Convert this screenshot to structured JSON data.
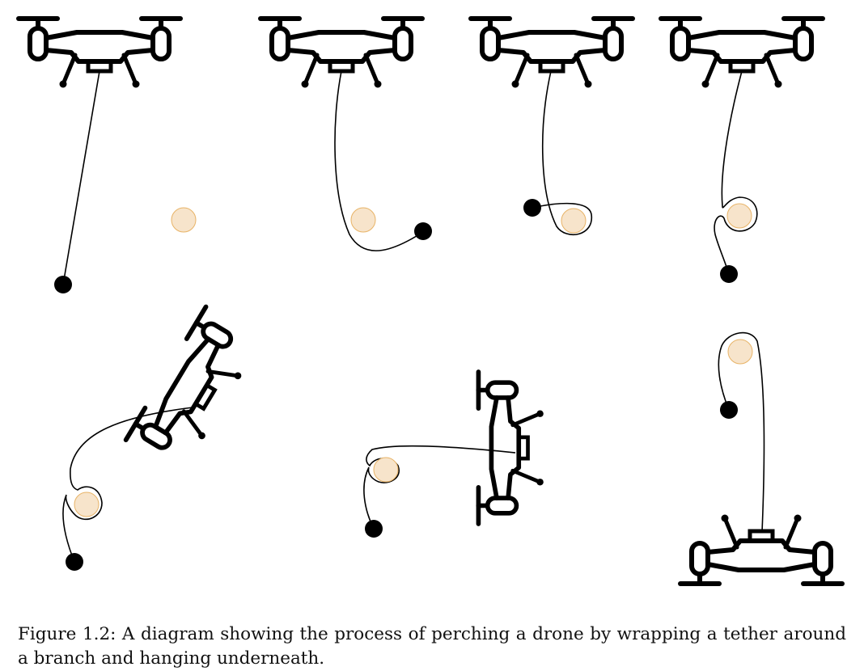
{
  "caption": {
    "text": "Figure 1.2: A diagram showing the process of perching a drone by wrapping a tether around a branch and hanging underneath."
  },
  "colors": {
    "drone": "#000000",
    "tether": "#000000",
    "weight": "#000000",
    "branch_fill": "#f7e4cb",
    "branch_stroke": "#e8b366"
  },
  "icons": {
    "drone": "quadcopter-drone-icon",
    "branch": "branch-cross-section-icon",
    "weight": "tether-weight-icon"
  },
  "stages": [
    {
      "id": 1,
      "drone_pose": "upright",
      "tether_state": "hanging-straight"
    },
    {
      "id": 2,
      "drone_pose": "upright",
      "tether_state": "swinging-under-branch"
    },
    {
      "id": 3,
      "drone_pose": "upright",
      "tether_state": "first-wrap"
    },
    {
      "id": 4,
      "drone_pose": "upright",
      "tether_state": "wrapped"
    },
    {
      "id": 5,
      "drone_pose": "tilted",
      "tether_state": "wrapped"
    },
    {
      "id": 6,
      "drone_pose": "sideways",
      "tether_state": "wrapped"
    },
    {
      "id": 7,
      "drone_pose": "inverted-hanging",
      "tether_state": "wrapped"
    }
  ]
}
